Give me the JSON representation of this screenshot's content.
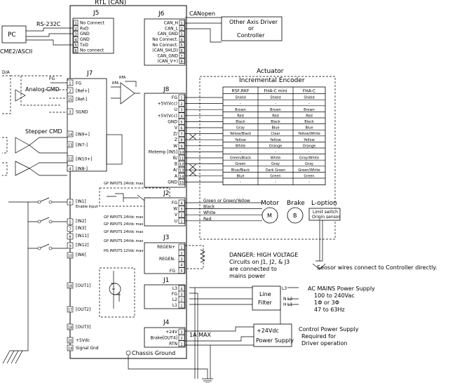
{
  "title": "RTL (CAN)",
  "pc": {
    "label": "PC",
    "link": "RS-232C",
    "software": "CME2/ASCII"
  },
  "j5": {
    "name": "J5",
    "pins": [
      "No Connect",
      "RxD",
      "GND",
      "GND",
      "TxD",
      "No connect"
    ]
  },
  "j6": {
    "name": "J6",
    "link": "CANopen",
    "pins": [
      "CAN_H",
      "CAN_L",
      "CAN_GND",
      "No Connect.",
      "No Connect.",
      "(CAN_SHLD)",
      "CAN_GND",
      "(CAN_V+)"
    ]
  },
  "other_axis": {
    "line1": "Other Axis Driver",
    "line2": "or",
    "line3": "Controller"
  },
  "j7": {
    "name": "J7",
    "pins": [
      "FG",
      "[Ref+]",
      "[Ref-]",
      "SGND",
      "[IN9+]",
      "[IN7-]",
      "[IN10+]",
      "[IN8-]"
    ],
    "pin_numbers": [
      "1",
      "2",
      "15",
      "3",
      "14",
      "13",
      "12",
      "4"
    ]
  },
  "analog": {
    "da": "D/A",
    "fg": "FG",
    "label": "Analog CMD"
  },
  "stepper": {
    "label": "Stepper CMD"
  },
  "inputs": [
    {
      "pin": "6",
      "label": "[IN1]",
      "sub": "Enable Input",
      "note": "GP INPUTS 24Vdc max"
    },
    {
      "pin": "5",
      "label": "[IN2]",
      "note": "GP INPUTS 24Vdc max"
    },
    {
      "pin": "7",
      "label": "[IN3]",
      "note": "GP INPUTS 24Vdc max"
    },
    {
      "pin": "8",
      "label": "[IN11]",
      "note": "GP INPUTS 24Vdc max"
    },
    {
      "pin": "9",
      "label": "[IN12]",
      "note": "GP INPUTS 24Vdc max"
    },
    {
      "pin": "10",
      "label": "[IN6]",
      "note": "HS INPUTS 12Vdc max"
    }
  ],
  "outputs": [
    {
      "pin": "16",
      "label": "[OUT1]"
    },
    {
      "pin": "17",
      "label": "[OUT2]"
    },
    {
      "pin": "18",
      "label": "[OUT3]"
    },
    {
      "pin": "20",
      "label": "+5Vdc"
    },
    {
      "pin": "19",
      "label": "Signal Gnd"
    }
  ],
  "actuator": {
    "title": "Actuator",
    "encoder_title": "Incremental Encoder",
    "columns": [
      "RSF,RKF",
      "FHA-C mini",
      "FHA-C"
    ],
    "rows": [
      [
        "Shield",
        "Shield",
        "Shield"
      ],
      [
        "-",
        "-",
        "-"
      ],
      [
        "Brown",
        "Brown",
        "Brown"
      ],
      [
        "Red",
        "Red",
        "Red"
      ],
      [
        "Black",
        "Black",
        "Black"
      ],
      [
        "Gray",
        "Blue",
        "Blue"
      ],
      [
        "Yellow/Black",
        "Clear",
        "Yellow/White"
      ],
      [
        "Yellow",
        "Yellow",
        "Yellow"
      ],
      [
        "White",
        "Orange",
        "Orange"
      ],
      [
        "-",
        "-",
        "-"
      ],
      [
        "Green/Black",
        "White",
        "Gray/White"
      ],
      [
        "Green",
        "Gray",
        "Gray"
      ],
      [
        "Blue/Black",
        "Dark Green",
        "Green/White"
      ],
      [
        "Blue",
        "Green",
        "Green"
      ],
      [
        "-",
        "-",
        "-"
      ]
    ]
  },
  "j8": {
    "name": "J8",
    "pins": [
      "FG",
      "+5V(Vcc)",
      "U",
      "+5V(Vcc)",
      "GND",
      "V",
      "Z/",
      "Z",
      "W",
      "Motemp [IN5]",
      "B/",
      "B",
      "A/",
      "A",
      "GND"
    ],
    "pin_numbers": [
      "1",
      "2",
      "3",
      "4",
      "5",
      "6",
      "7",
      "8",
      "9",
      "10",
      "11",
      "12",
      "13",
      "14",
      "15"
    ]
  },
  "j2": {
    "name": "J2",
    "pins": [
      "FG",
      "W",
      "V",
      "U"
    ],
    "pin_numbers": [
      "4",
      "3",
      "2",
      "1"
    ],
    "wires": [
      "Green or Green/Yellow",
      "Black",
      "White",
      "Red"
    ]
  },
  "motor": {
    "label": "Motor",
    "symbol": "M"
  },
  "brake": {
    "label": "Brake",
    "symbol": "B"
  },
  "loption": {
    "label": "L-option",
    "line1": "Limit switch",
    "line2": "Origin sensor"
  },
  "sensor_note": "Seosor wires connect to Controller directly.",
  "j3": {
    "name": "J3",
    "pins": [
      "REGEN+",
      "REGEN-",
      "FG"
    ],
    "pin_numbers": [
      "1",
      "2",
      "3",
      "4",
      "5"
    ]
  },
  "danger": {
    "line1": "DANGER: HIGH VOLTAGE",
    "line2": "Circuits on J1, J2, & J3",
    "line3": "are connected to",
    "line4": "mains power"
  },
  "j1": {
    "name": "J1",
    "pins": [
      "L3",
      "FG",
      "L2",
      "L1"
    ],
    "pin_numbers": [
      "4",
      "3",
      "2",
      "1"
    ]
  },
  "filter": {
    "line1": "Line",
    "line2": "Filter",
    "terms": [
      "L3",
      "N",
      "L2",
      "H",
      "L1"
    ]
  },
  "ac_mains": {
    "line1": "AC MAINS Power Supply",
    "line2": "100 to 240Vac",
    "line3": "1Φ or 3Φ",
    "line4": "47 to 63Hz"
  },
  "j4": {
    "name": "J4",
    "pins": [
      "+24V",
      "Brake[OUT4]",
      "RTN"
    ],
    "pin_numbers": [
      "3",
      "2",
      "1"
    ],
    "max": "1A MAX"
  },
  "power_supply": {
    "line1": "+24Vdc",
    "line2": "Power Supply"
  },
  "control_power": {
    "line1": "Control Power Supply",
    "line2": "Required for",
    "line3": "Driver operation"
  },
  "chassis": "Chassis Ground"
}
